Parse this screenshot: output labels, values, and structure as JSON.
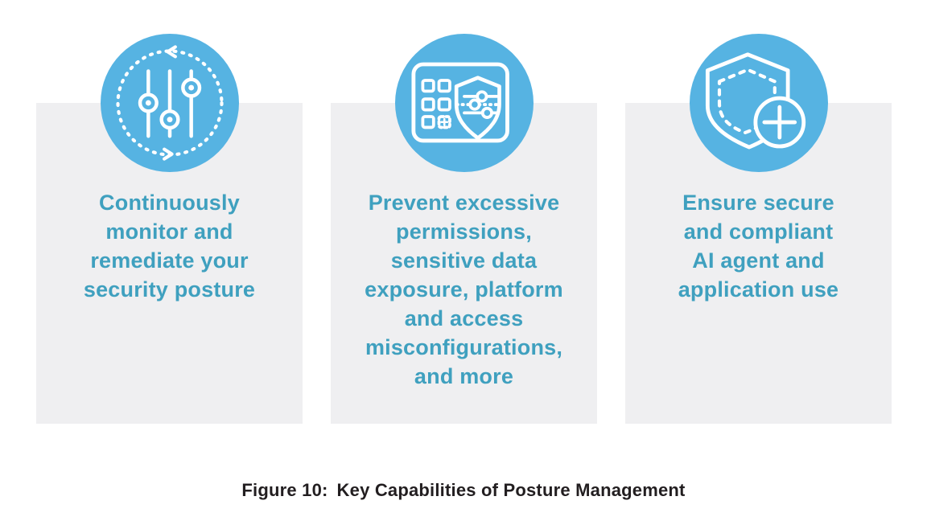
{
  "colors": {
    "icon_circle": "#56B3E2",
    "icon_stroke": "#FFFFFF",
    "card_bg": "#EFEFF1",
    "card_text": "#3FA0BF",
    "caption_text": "#221E20"
  },
  "cards": [
    {
      "icon": "continuous-monitoring-sliders-icon",
      "lines": [
        "Continuously",
        "monitor and",
        "remediate your",
        "security posture"
      ]
    },
    {
      "icon": "dashboard-shield-settings-icon",
      "lines": [
        "Prevent excessive",
        "permissions,",
        "sensitive data",
        "exposure, platform",
        "and access",
        "misconfigurations,",
        "and more"
      ]
    },
    {
      "icon": "shield-plus-icon",
      "lines": [
        "Ensure secure",
        "and compliant",
        "AI agent and",
        "application use"
      ]
    }
  ],
  "caption": {
    "label": "Figure 10:",
    "title": "Key Capabilities of Posture Management"
  }
}
